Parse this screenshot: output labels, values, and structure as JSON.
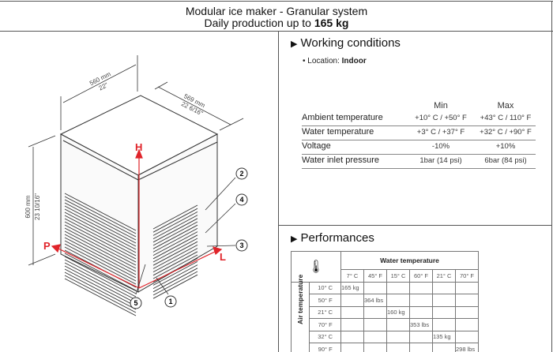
{
  "header": {
    "title_line1": "Modular ice maker - Granular system",
    "title_line2_prefix": "Daily production",
    "title_line2_mid": " up to ",
    "title_line2_value": "165 kg"
  },
  "diagram": {
    "width_mm": "560 mm",
    "width_in": "22\"",
    "depth_mm": "569 mm",
    "depth_in": "22 6/16\"",
    "height_mm": "600 mm",
    "height_in": "23 10/16\"",
    "axis_h": "H",
    "axis_p": "P",
    "axis_l": "L",
    "callouts": [
      "1",
      "2",
      "3",
      "4",
      "5"
    ],
    "accent": "#e0242a"
  },
  "working": {
    "title": "Working conditions",
    "location_label": "Location: ",
    "location_value": "Indoor",
    "min_label": "Min",
    "max_label": "Max",
    "rows": [
      {
        "label": "Ambient temperature",
        "min": "+10° C / +50° F",
        "max": "+43° C / 110° F"
      },
      {
        "label": "Water temperature",
        "min": "+3° C / +37° F",
        "max": "+32° C / +90° F"
      },
      {
        "label": "Voltage",
        "min": "-10%",
        "max": "+10%"
      },
      {
        "label": "Water inlet pressure",
        "min": "1bar (14 psi)",
        "max": "6bar (84 psi)"
      }
    ]
  },
  "performances": {
    "title": "Performances",
    "water_header": "Water temperature",
    "air_header": "Air temperature",
    "thermometer_icon": "thermometer-icon",
    "water_cols": [
      "7° C",
      "45° F",
      "15° C",
      "60° F",
      "21° C",
      "70° F"
    ],
    "rows": [
      {
        "air": "10° C",
        "values": [
          "165 kg",
          "",
          "",
          "",
          "",
          ""
        ]
      },
      {
        "air": "50° F",
        "values": [
          "",
          "364 lbs",
          "",
          "",
          "",
          ""
        ]
      },
      {
        "air": "21° C",
        "values": [
          "",
          "",
          "160 kg",
          "",
          "",
          ""
        ]
      },
      {
        "air": "70° F",
        "values": [
          "",
          "",
          "",
          "353 lbs",
          "",
          ""
        ]
      },
      {
        "air": "32° C",
        "values": [
          "",
          "",
          "",
          "",
          "135 kg",
          ""
        ]
      },
      {
        "air": "90° F",
        "values": [
          "",
          "",
          "",
          "",
          "",
          "298 lbs"
        ]
      }
    ]
  }
}
